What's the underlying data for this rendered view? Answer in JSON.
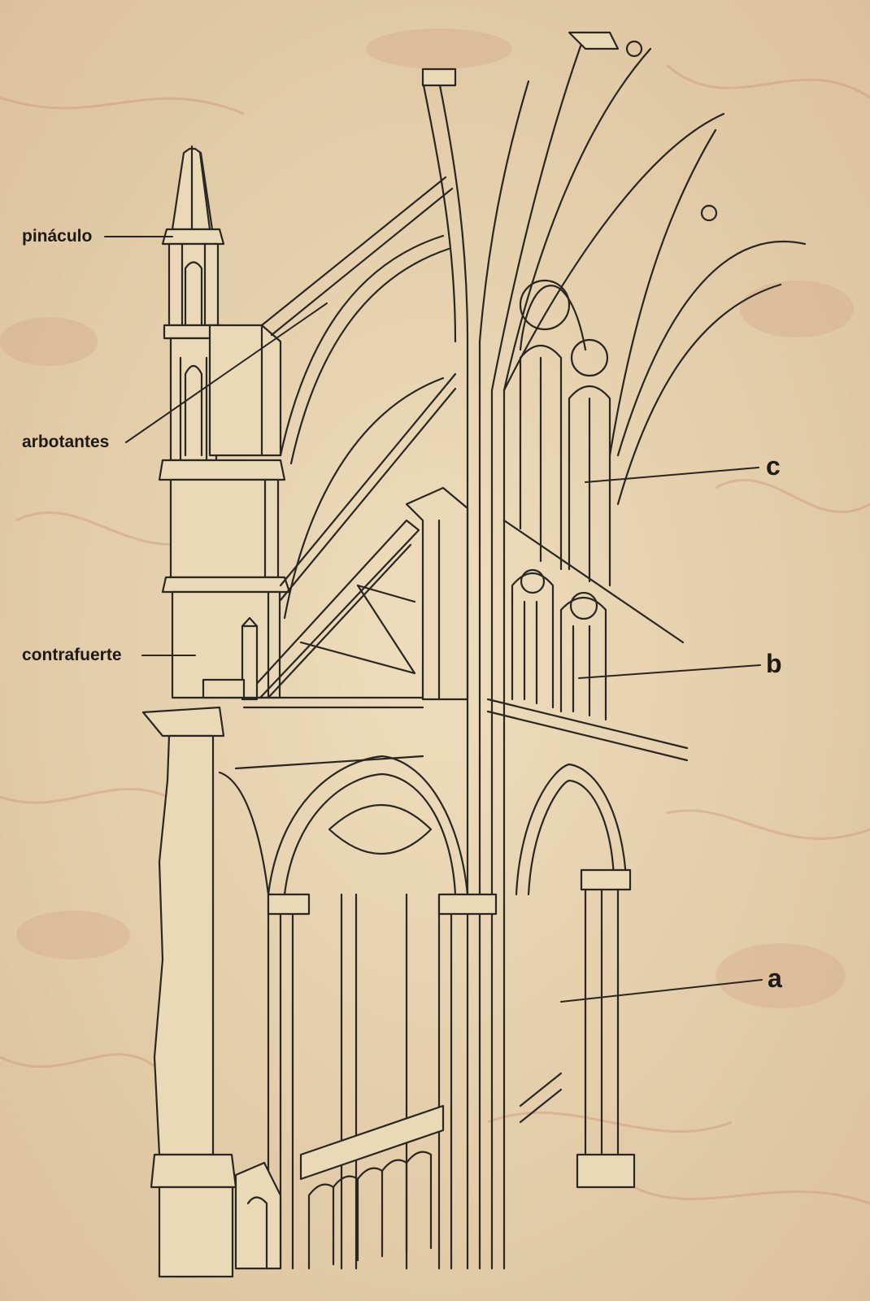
{
  "labels": {
    "pinnacle": "pináculo",
    "flying_buttresses": "arbotantes",
    "buttress": "contrafuerte",
    "level_c": "c",
    "level_b": "b",
    "level_a": "a"
  },
  "colors": {
    "parchment": "#e9d6b3",
    "parchment_vein": "#c9876a",
    "ink": "#2a2622",
    "stone_fill": "#ead9b7"
  }
}
